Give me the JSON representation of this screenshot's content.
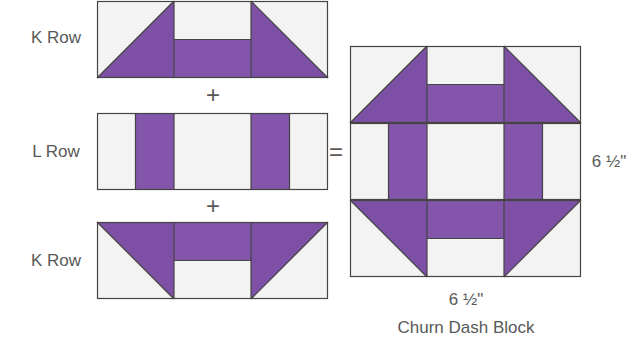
{
  "diagram": {
    "caption": "Churn Dash Block",
    "labels": [
      "K Row",
      "L Row",
      "K Row",
      "+",
      "+",
      "=",
      "6 ½\"",
      "6 ½\""
    ]
  }
}
